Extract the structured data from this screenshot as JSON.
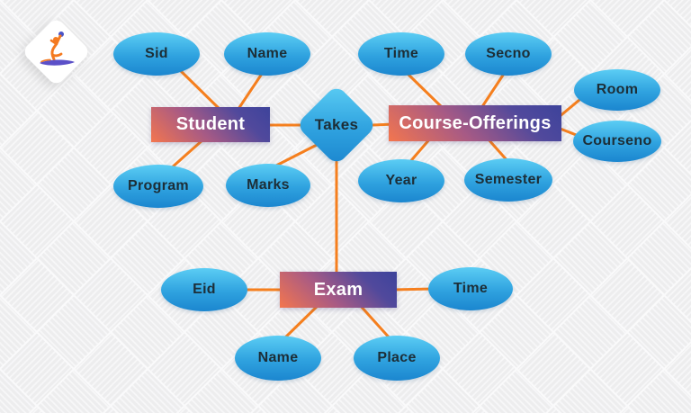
{
  "page": {
    "background": "#ededee",
    "background_pattern": "diagonal-basketweave-stripes",
    "stripe_color": "#f7f7f8"
  },
  "logo": {
    "name": "intellipaat-logo",
    "tile_shape": "white-diamond",
    "figure": "person-leaping-with-ball-over-swoosh",
    "colors": {
      "tile": "#ffffff",
      "figure": "#f47a20",
      "swoosh": "#5b50c8",
      "ball": "#4a53c6"
    }
  },
  "diagram": {
    "type": "er-diagram",
    "colors": {
      "connector": "#f57f1e",
      "attribute_fill_top": "#5bcdf4",
      "attribute_fill_bottom": "#1b86cf",
      "attribute_text": "#1d2e37",
      "entity_gradient_from": "#f4764e",
      "entity_gradient_to": "#3d439b",
      "entity_text": "#ffffff"
    },
    "entities": {
      "student": {
        "label": "Student"
      },
      "course_offerings": {
        "label": "Course-Offerings"
      },
      "exam": {
        "label": "Exam"
      }
    },
    "relationship": {
      "takes": {
        "label": "Takes"
      }
    },
    "attributes": {
      "sid": {
        "label": "Sid",
        "of": "student"
      },
      "name_student": {
        "label": "Name",
        "of": "student"
      },
      "program": {
        "label": "Program",
        "of": "student"
      },
      "marks": {
        "label": "Marks",
        "of": "takes"
      },
      "time_course": {
        "label": "Time",
        "of": "course_offerings"
      },
      "secno": {
        "label": "Secno",
        "of": "course_offerings"
      },
      "room": {
        "label": "Room",
        "of": "course_offerings"
      },
      "courseno": {
        "label": "Courseno",
        "of": "course_offerings"
      },
      "year": {
        "label": "Year",
        "of": "course_offerings"
      },
      "semester": {
        "label": "Semester",
        "of": "course_offerings"
      },
      "eid": {
        "label": "Eid",
        "of": "exam"
      },
      "time_exam": {
        "label": "Time",
        "of": "exam"
      },
      "name_exam": {
        "label": "Name",
        "of": "exam"
      },
      "place": {
        "label": "Place",
        "of": "exam"
      }
    },
    "connections": [
      [
        "Sid",
        "Student"
      ],
      [
        "Name",
        "Student"
      ],
      [
        "Program",
        "Student"
      ],
      [
        "Student",
        "Takes"
      ],
      [
        "Marks",
        "Takes"
      ],
      [
        "Takes",
        "Course-Offerings"
      ],
      [
        "Takes",
        "Exam"
      ],
      [
        "Time",
        "Course-Offerings"
      ],
      [
        "Secno",
        "Course-Offerings"
      ],
      [
        "Year",
        "Course-Offerings"
      ],
      [
        "Semester",
        "Course-Offerings"
      ],
      [
        "Room",
        "Course-Offerings"
      ],
      [
        "Courseno",
        "Course-Offerings"
      ],
      [
        "Eid",
        "Exam"
      ],
      [
        "Time",
        "Exam"
      ],
      [
        "Name",
        "Exam"
      ],
      [
        "Place",
        "Exam"
      ]
    ]
  }
}
